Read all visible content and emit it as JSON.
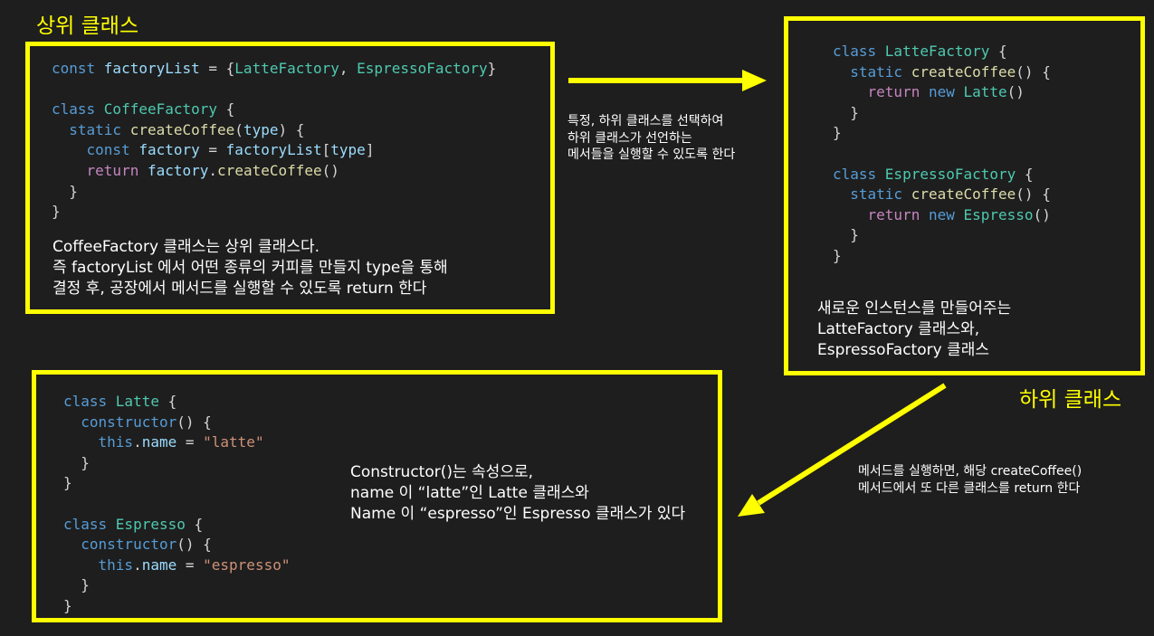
{
  "headings": {
    "upper": "상위 클래스",
    "lower": "하위 클래스"
  },
  "top_left": {
    "code": [
      [
        [
          "kw",
          "const "
        ],
        [
          "var",
          "factoryList"
        ],
        [
          "p",
          " = {"
        ],
        [
          "cls",
          "LatteFactory"
        ],
        [
          "p",
          ", "
        ],
        [
          "cls",
          "EspressoFactory"
        ],
        [
          "p",
          "}"
        ]
      ],
      [],
      [
        [
          "kw",
          "class "
        ],
        [
          "cls",
          "CoffeeFactory"
        ],
        [
          "p",
          " {"
        ]
      ],
      [
        [
          "p",
          "  "
        ],
        [
          "kw",
          "static "
        ],
        [
          "fn",
          "createCoffee"
        ],
        [
          "p",
          "("
        ],
        [
          "var",
          "type"
        ],
        [
          "p",
          ") {"
        ]
      ],
      [
        [
          "p",
          "    "
        ],
        [
          "kw",
          "const "
        ],
        [
          "var",
          "factory"
        ],
        [
          "p",
          " = "
        ],
        [
          "var",
          "factoryList"
        ],
        [
          "p",
          "["
        ],
        [
          "var",
          "type"
        ],
        [
          "p",
          "]"
        ]
      ],
      [
        [
          "p",
          "    "
        ],
        [
          "ctl",
          "return "
        ],
        [
          "var",
          "factory"
        ],
        [
          "p",
          "."
        ],
        [
          "fn",
          "createCoffee"
        ],
        [
          "p",
          "()"
        ]
      ],
      [
        [
          "p",
          "  }"
        ]
      ],
      [
        [
          "p",
          "}"
        ]
      ]
    ],
    "description": [
      "CoffeeFactory 클래스는 상위 클래스다.",
      "즉 factoryList 에서 어떤 종류의 커피를 만들지 type을 통해",
      "결정 후, 공장에서 메서드를 실행할 수 있도록 return 한다"
    ]
  },
  "top_right": {
    "code": [
      [
        [
          "kw",
          "class "
        ],
        [
          "cls",
          "LatteFactory"
        ],
        [
          "p",
          " {"
        ]
      ],
      [
        [
          "p",
          "  "
        ],
        [
          "kw",
          "static "
        ],
        [
          "fn",
          "createCoffee"
        ],
        [
          "p",
          "() {"
        ]
      ],
      [
        [
          "p",
          "    "
        ],
        [
          "ctl",
          "return "
        ],
        [
          "kw",
          "new "
        ],
        [
          "cls",
          "Latte"
        ],
        [
          "p",
          "()"
        ]
      ],
      [
        [
          "p",
          "  }"
        ]
      ],
      [
        [
          "p",
          "}"
        ]
      ],
      [],
      [
        [
          "kw",
          "class "
        ],
        [
          "cls",
          "EspressoFactory"
        ],
        [
          "p",
          " {"
        ]
      ],
      [
        [
          "p",
          "  "
        ],
        [
          "kw",
          "static "
        ],
        [
          "fn",
          "createCoffee"
        ],
        [
          "p",
          "() {"
        ]
      ],
      [
        [
          "p",
          "    "
        ],
        [
          "ctl",
          "return "
        ],
        [
          "kw",
          "new "
        ],
        [
          "cls",
          "Espresso"
        ],
        [
          "p",
          "()"
        ]
      ],
      [
        [
          "p",
          "  }"
        ]
      ],
      [
        [
          "p",
          "}"
        ]
      ]
    ],
    "description": [
      "새로운 인스턴스를 만들어주는",
      "LatteFactory 클래스와,",
      "EspressoFactory 클래스"
    ]
  },
  "bottom": {
    "code": [
      [
        [
          "kw",
          "class "
        ],
        [
          "cls",
          "Latte"
        ],
        [
          "p",
          " {"
        ]
      ],
      [
        [
          "p",
          "  "
        ],
        [
          "kw",
          "constructor"
        ],
        [
          "p",
          "() {"
        ]
      ],
      [
        [
          "p",
          "    "
        ],
        [
          "kw",
          "this"
        ],
        [
          "p",
          "."
        ],
        [
          "var",
          "name"
        ],
        [
          "p",
          " = "
        ],
        [
          "str",
          "\"latte\""
        ]
      ],
      [
        [
          "p",
          "  }"
        ]
      ],
      [
        [
          "p",
          "}"
        ]
      ],
      [],
      [
        [
          "kw",
          "class "
        ],
        [
          "cls",
          "Espresso"
        ],
        [
          "p",
          " {"
        ]
      ],
      [
        [
          "p",
          "  "
        ],
        [
          "kw",
          "constructor"
        ],
        [
          "p",
          "() {"
        ]
      ],
      [
        [
          "p",
          "    "
        ],
        [
          "kw",
          "this"
        ],
        [
          "p",
          "."
        ],
        [
          "var",
          "name"
        ],
        [
          "p",
          " = "
        ],
        [
          "str",
          "\"espresso\""
        ]
      ],
      [
        [
          "p",
          "  }"
        ]
      ],
      [
        [
          "p",
          "}"
        ]
      ]
    ],
    "description": [
      "Constructor()는 속성으로,",
      "name 이 “latte”인 Latte 클래스와",
      "Name 이 “espresso”인 Espresso 클래스가 있다"
    ]
  },
  "notes": {
    "middle": [
      "특정, 하위 클래스를 선택하여",
      "하위 클래스가 선언하는",
      "메서들을 실행할 수 있도록 한다"
    ],
    "right": [
      "메서드를 실행하면, 해당 createCoffee()",
      "메서드에서 또 다른 클래스를 return 한다"
    ]
  },
  "colors": {
    "background": "#1e1e1e",
    "highlight": "#ffff00",
    "keyword": "#569cd6",
    "class_name": "#4ec9b0",
    "function": "#dcdcaa",
    "variable": "#9cdcfe",
    "control": "#c586c0",
    "string": "#ce9178",
    "punctuation": "#d4d4d4"
  }
}
